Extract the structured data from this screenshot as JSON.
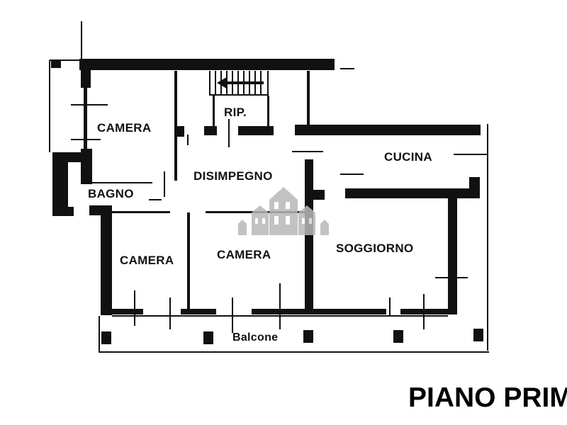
{
  "plan": {
    "title": "PIANO PRIM",
    "rooms": {
      "camera_top": "CAMERA",
      "rip": "RIP.",
      "cucina": "CUCINA",
      "disimpegno": "DISIMPEGNO",
      "bagno": "BAGNO",
      "camera_left": "CAMERA",
      "camera_mid": "CAMERA",
      "soggiorno": "SOGGIORNO",
      "balcone": "Balcone"
    }
  },
  "colors": {
    "wall": "#111111",
    "watermark": "#b8b8b8"
  }
}
